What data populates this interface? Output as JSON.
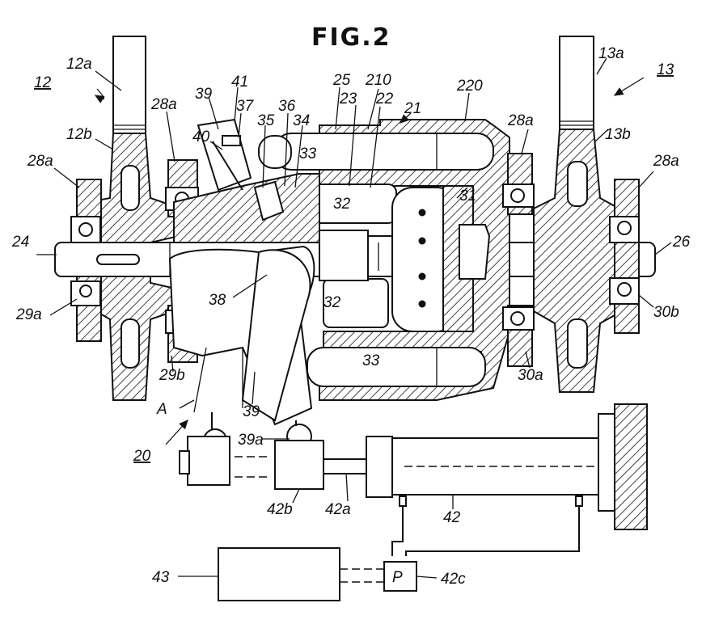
{
  "figure": {
    "title": "FIG.2",
    "labels": {
      "l12a": "12a",
      "l12": "12",
      "l12b": "12b",
      "l28a_1": "28a",
      "l28a_2": "28a",
      "l28a_3": "28a",
      "l28a_4": "28a",
      "l24": "24",
      "l29a": "29a",
      "l29b": "29b",
      "l39_top": "39",
      "l41": "41",
      "l40": "40",
      "l37": "37",
      "l36": "36",
      "l35": "35",
      "l34": "34",
      "l25": "25",
      "l23": "23",
      "l210": "210",
      "l22": "22",
      "l21": "21",
      "l220": "220",
      "l33_top": "33",
      "l32_top": "32",
      "l31": "31",
      "l38": "38",
      "l32_bottom": "32",
      "l33_bottom": "33",
      "l13a": "13a",
      "l13": "13",
      "l13b": "13b",
      "l26": "26",
      "l30b": "30b",
      "l30a": "30a",
      "lA": "A",
      "l39_bottom": "39",
      "l39a": "39a",
      "l20": "20",
      "l42b": "42b",
      "l42a": "42a",
      "l42": "42",
      "l43": "43",
      "lP": "P",
      "l42c": "42c"
    }
  }
}
